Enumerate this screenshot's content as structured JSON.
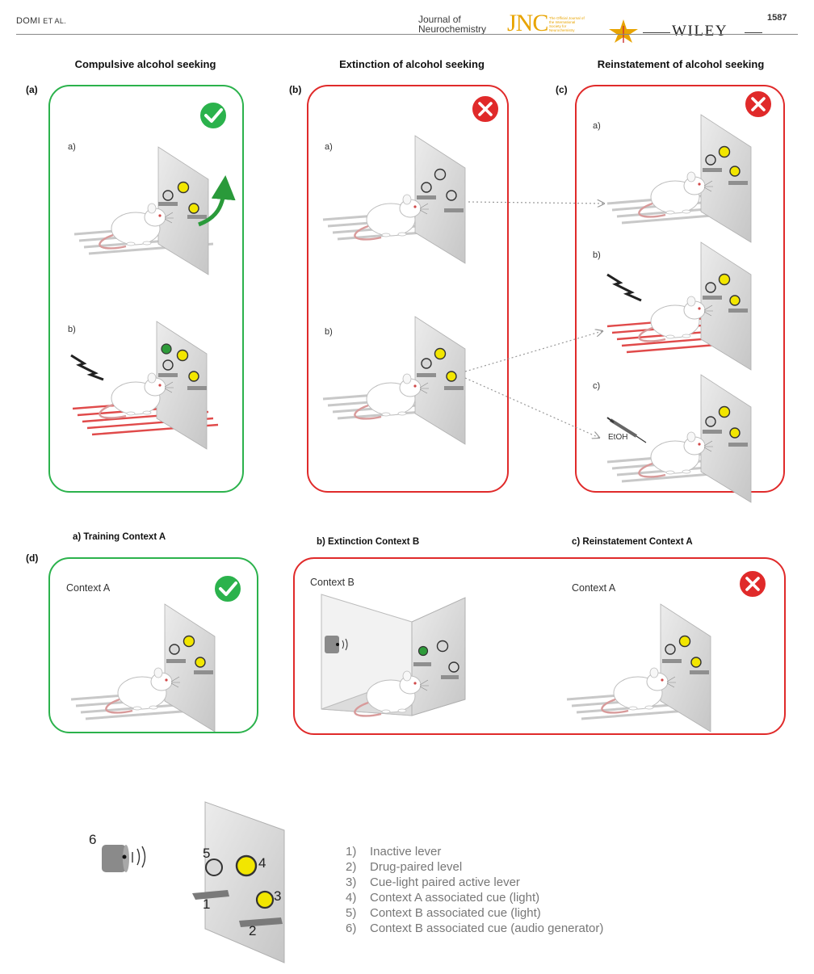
{
  "header": {
    "authors": "DOMI",
    "authors_suffix": "ET AL.",
    "journal_line1": "Journal of",
    "journal_line2": "Neurochemistry",
    "jnc": "JNC",
    "jnc_small": "The Official Journal of the International Society for Neurochemistry",
    "publisher": "WILEY",
    "page_number": "1587"
  },
  "columns": [
    {
      "title": "Compulsive alcohol seeking"
    },
    {
      "title": "Extinction of alcohol seeking"
    },
    {
      "title": "Reinstatement of alcohol seeking"
    }
  ],
  "panels": {
    "a": {
      "label": "(a)",
      "sub": [
        "a)",
        "b)"
      ]
    },
    "b": {
      "label": "(b)",
      "sub": [
        "a)",
        "b)"
      ]
    },
    "c": {
      "label": "(c)",
      "sub": [
        "a)",
        "b)",
        "c)"
      ],
      "etoh": "EtOH"
    },
    "d": {
      "label": "(d)",
      "titles": [
        "a) Training Context A",
        "b) Extinction Context B",
        "c)  Reinstatement Context A"
      ],
      "contexts": [
        "Context A",
        "Context B",
        "Context A"
      ]
    }
  },
  "legend": {
    "numbers": [
      "6",
      "5",
      "4",
      "3",
      "1",
      "2"
    ],
    "items": [
      {
        "num": "1)",
        "text": "Inactive  lever"
      },
      {
        "num": "2)",
        "text": "Drug-paired level"
      },
      {
        "num": "3)",
        "text": "Cue-light paired active lever"
      },
      {
        "num": "4)",
        "text": "Context A associated cue (light)"
      },
      {
        "num": "5)",
        "text": "Context B associated cue (light)"
      },
      {
        "num": "6)",
        "text": "Context B associated cue (audio generator)"
      }
    ]
  },
  "colors": {
    "success": "#2bb24c",
    "fail": "#e02a2a",
    "cue_light": "#f2e600",
    "context_b_light": "#2e9b3a",
    "shock_grid": "#e04a4a",
    "grid": "#c8c8c8",
    "wall": "#d2d2d2"
  }
}
